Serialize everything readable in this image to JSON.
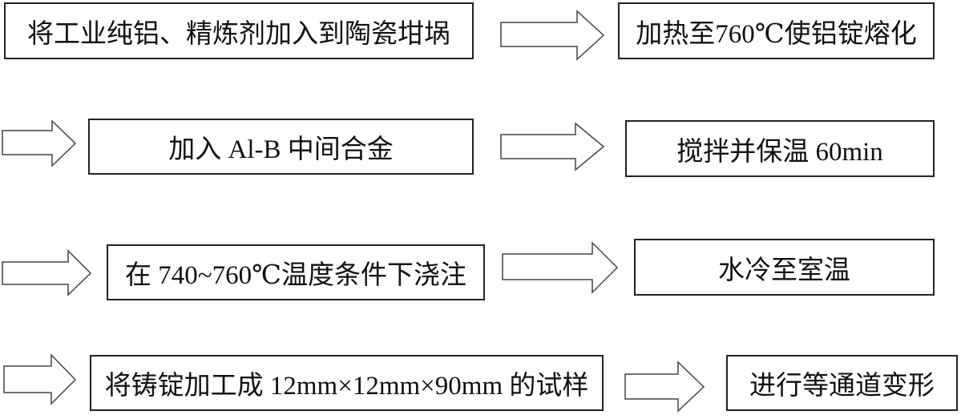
{
  "steps": [
    {
      "label": "将工业纯铝、精炼剂加入到陶瓷坩埚"
    },
    {
      "label": "加热至760℃使铝锭熔化"
    },
    {
      "label": "加入 Al-B 中间合金"
    },
    {
      "label": "搅拌并保温 60min"
    },
    {
      "label": "在 740~760℃温度条件下浇注"
    },
    {
      "label": "水冷至室温"
    },
    {
      "label": "将铸锭加工成 12mm×12mm×90mm 的试样"
    },
    {
      "label": "进行等通道变形"
    }
  ],
  "colors": {
    "border": "#222222",
    "arrow_stroke": "#444444",
    "background": "#ffffff"
  }
}
